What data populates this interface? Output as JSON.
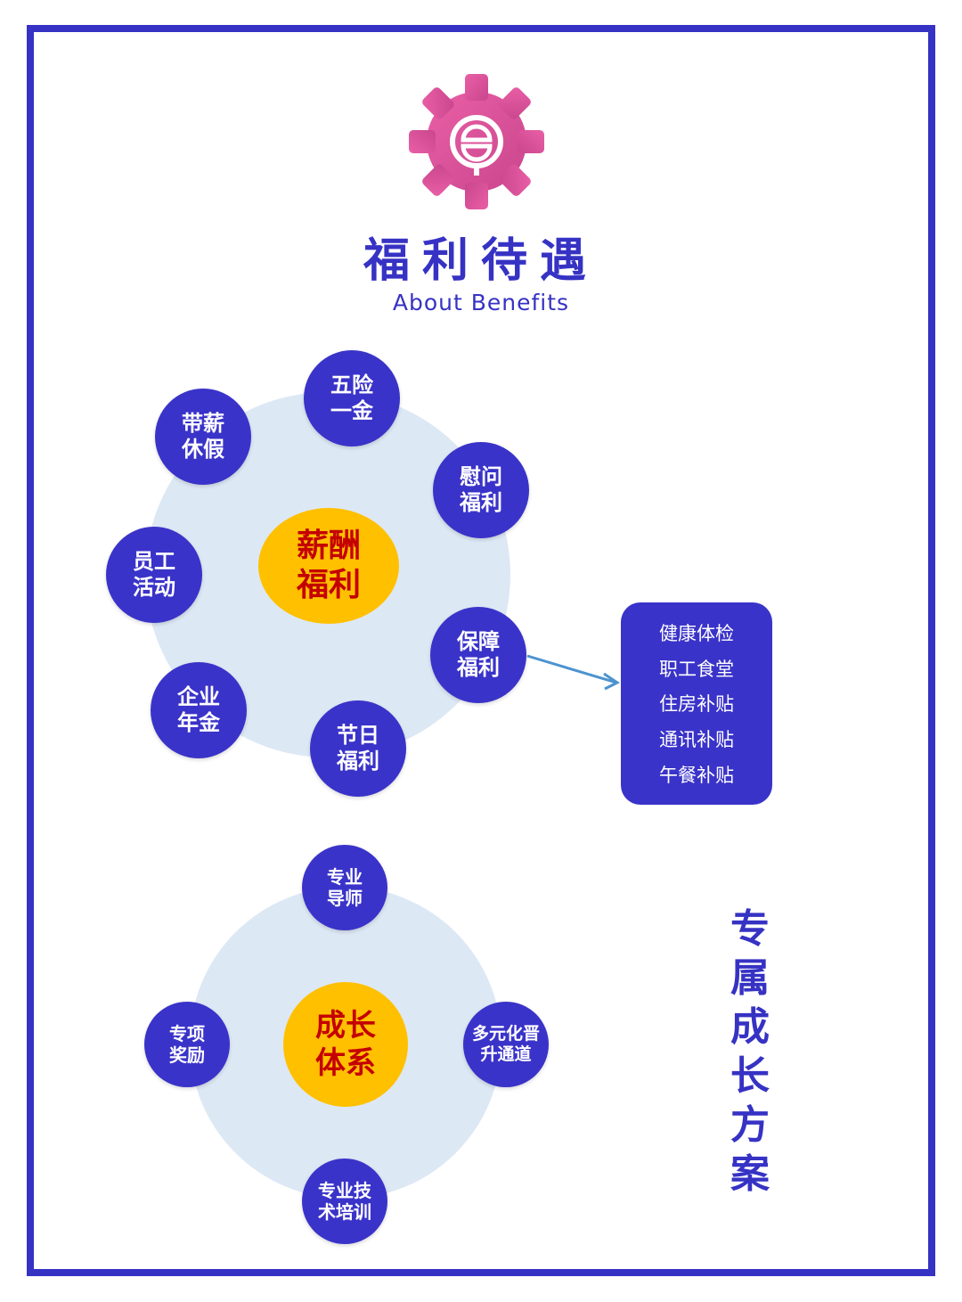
{
  "header": {
    "title": "福利待遇",
    "subtitle": "About Benefits",
    "logo": "gear-logo-icon"
  },
  "benefits": {
    "center": [
      "薪酬",
      "福利"
    ],
    "nodes": [
      {
        "l1": "五险",
        "l2": "一金"
      },
      {
        "l1": "带薪",
        "l2": "休假"
      },
      {
        "l1": "慰问",
        "l2": "福利"
      },
      {
        "l1": "员工",
        "l2": "活动"
      },
      {
        "l1": "保障",
        "l2": "福利"
      },
      {
        "l1": "企业",
        "l2": "年金"
      },
      {
        "l1": "节日",
        "l2": "福利"
      }
    ],
    "details": [
      "健康体检",
      "职工食堂",
      "住房补贴",
      "通讯补贴",
      "午餐补贴"
    ]
  },
  "growth": {
    "center": [
      "成长",
      "体系"
    ],
    "nodes": [
      {
        "l1": "专业",
        "l2": "导师"
      },
      {
        "l1": "专项",
        "l2": "奖励"
      },
      {
        "l1": "多元化晋",
        "l2": "升通道"
      },
      {
        "l1": "专业技",
        "l2": "术培训"
      }
    ],
    "side_title": "专属成长方案"
  },
  "colors": {
    "primary": "#3632c4",
    "accent": "#ffc000",
    "core_text": "#c40000",
    "logo": "#e0589e"
  }
}
